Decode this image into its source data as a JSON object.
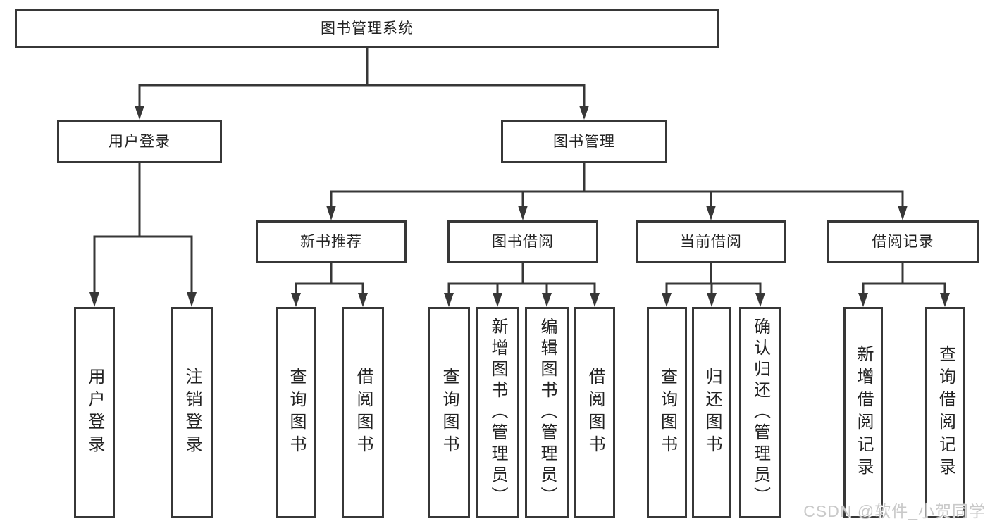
{
  "diagram": {
    "root": {
      "label": "图书管理系统"
    },
    "level2": [
      {
        "label": "用户登录"
      },
      {
        "label": "图书管理"
      }
    ],
    "level3": [
      {
        "label": "新书推荐"
      },
      {
        "label": "图书借阅"
      },
      {
        "label": "当前借阅"
      },
      {
        "label": "借阅记录"
      }
    ],
    "groups": {
      "user_login": [
        {
          "label": "用户登录"
        },
        {
          "label": "注销登录"
        }
      ],
      "new_book": [
        {
          "label": "查询图书"
        },
        {
          "label": "借阅图书"
        }
      ],
      "book_borrow": [
        {
          "label": "查询图书"
        },
        {
          "label": "新增图书（管理员）"
        },
        {
          "label": "编辑图书（管理员）"
        },
        {
          "label": "借阅图书"
        }
      ],
      "current_borrow": [
        {
          "label": "查询图书"
        },
        {
          "label": "归还图书"
        },
        {
          "label": "确认归还（管理员）"
        }
      ],
      "borrow_records": [
        {
          "label": "新增借阅记录"
        },
        {
          "label": "查询借阅记录"
        }
      ]
    }
  },
  "watermark": {
    "text": "CSDN @软件_小贺同学"
  },
  "colors": {
    "line": "#373737",
    "box_border": "#373737",
    "box_background": "#ffffff",
    "text": "#222222",
    "watermark": "#c9c9c9",
    "background": "#ffffff"
  }
}
